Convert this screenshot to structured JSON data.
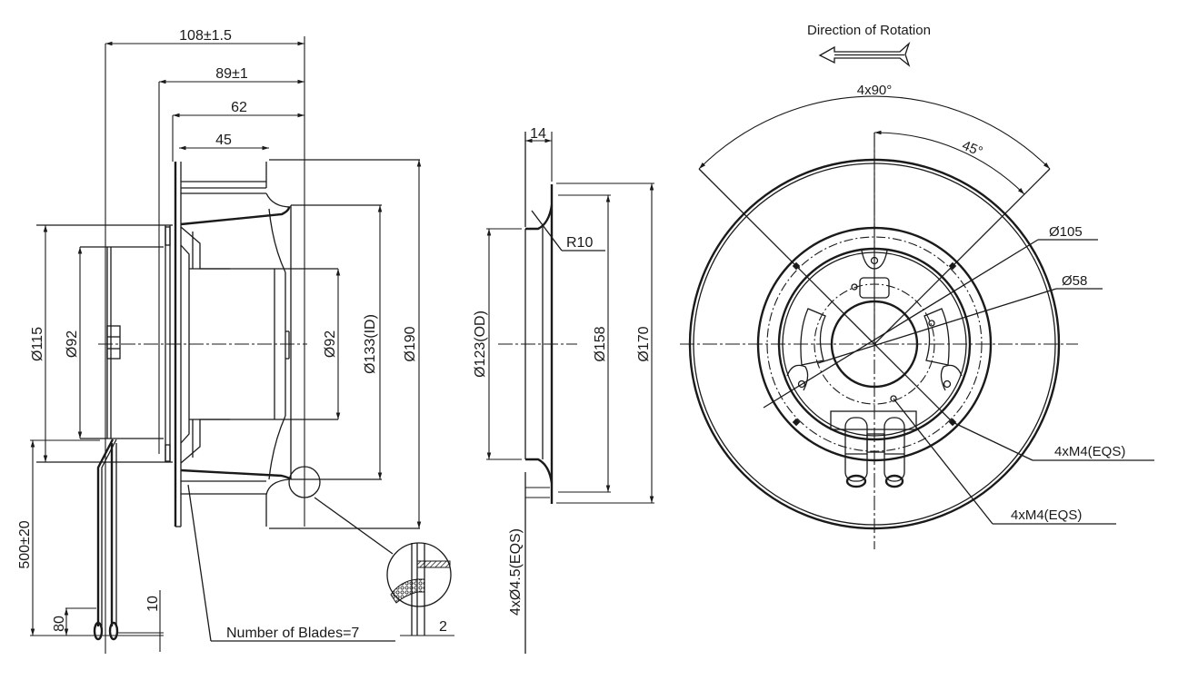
{
  "drawing": {
    "title": "Centrifugal fan dimension drawing",
    "side_view": {
      "dim_overall_length": "108±1.5",
      "dim_inlet_to_back": "89±1",
      "dim_flange_to_back": "62",
      "dim_blade_width": "45",
      "dim_motor_diameter": "Ø115",
      "dim_motor_inner_diameter": "Ø92",
      "dim_hub_diameter": "Ø92",
      "dim_inlet_inner_diameter": "Ø133(ID)",
      "dim_impeller_diameter": "Ø190",
      "dim_cable_length": "500±20",
      "dim_strip_length": "80",
      "dim_lead_end": "10",
      "dim_detail_thickness": "2",
      "blades_label": "Number of Blades=7"
    },
    "inlet_ring_view": {
      "dim_depth": "14",
      "dim_radius": "R10",
      "dim_outer_diameter": "Ø123(OD)",
      "dim_hole_circle": "Ø158",
      "dim_flange_diameter": "Ø170",
      "dim_holes": "4xØ4.5(EQS)"
    },
    "front_view": {
      "rotation_label": "Direction of Rotation",
      "dim_angle_pattern": "4x90°",
      "dim_angle_offset": "45°",
      "dim_bolt_circle": "Ø105",
      "dim_inner_circle": "Ø58",
      "thread_label_1": "4xM4(EQS)",
      "thread_label_2": "4xM4(EQS)"
    }
  }
}
